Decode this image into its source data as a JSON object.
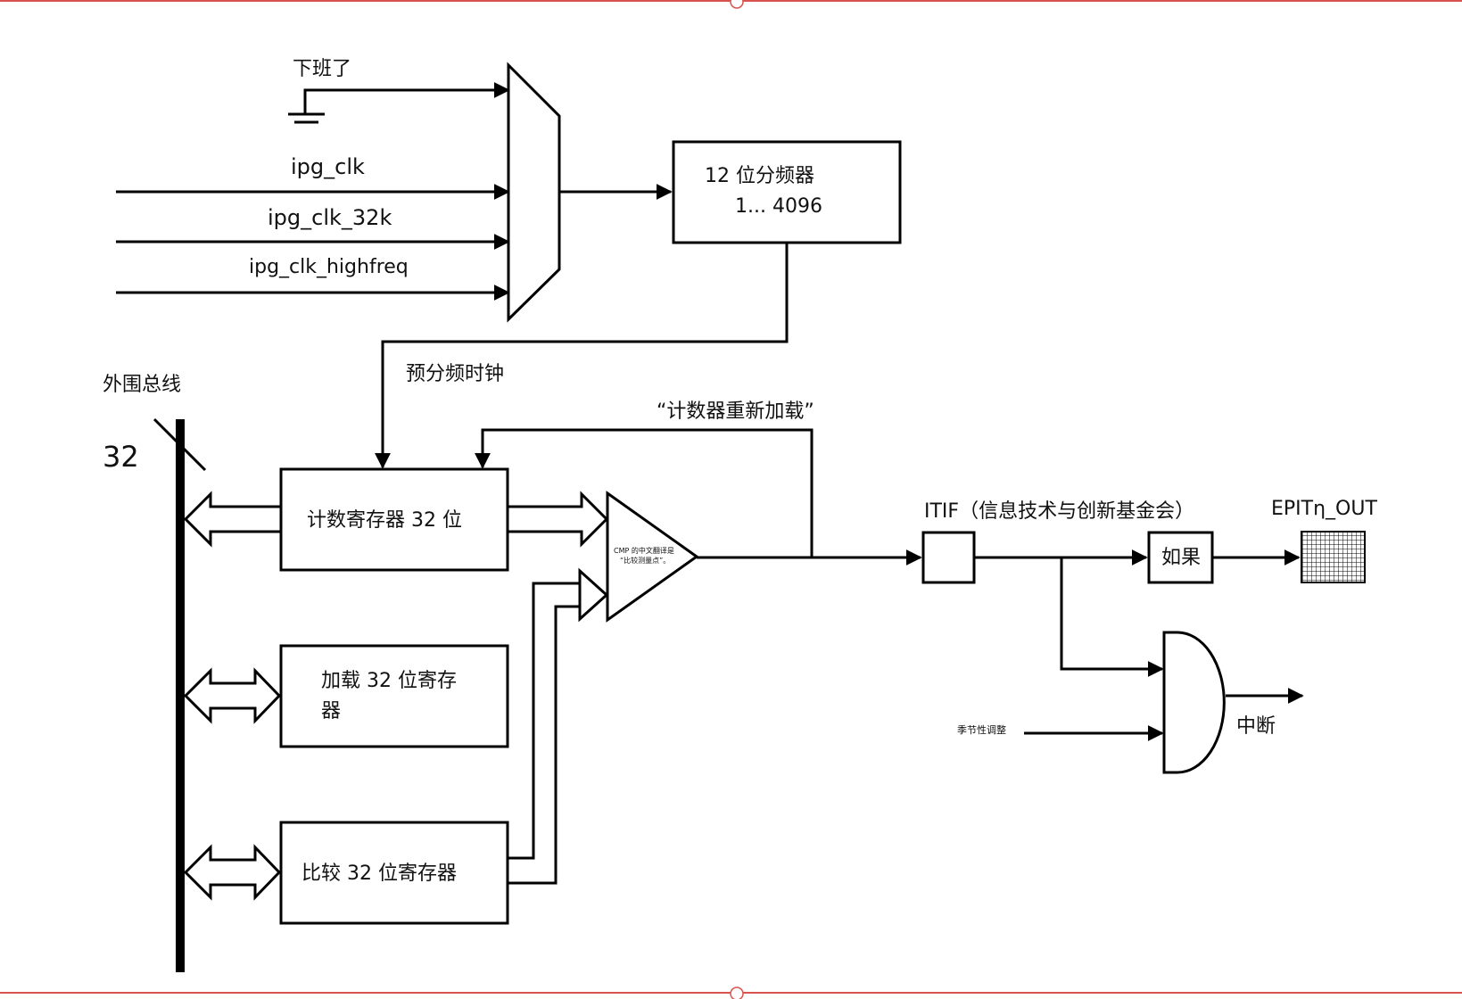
{
  "labels": {
    "ground_input": "下班了",
    "clk1": "ipg_clk",
    "clk2": "ipg_clk_32k",
    "clk3": "ipg_clk_highfreq",
    "prescaler_title": "12 位分频器",
    "prescaler_range": "1... 4096",
    "prescaled_clock": "预分频时钟",
    "peripheral_bus": "外围总线",
    "bus_width": "32",
    "counter_reload": "“计数器重新加载”",
    "counter_register": "计数寄存器 32 位",
    "load_register_l1": "加载 32 位寄存",
    "load_register_l2": "器",
    "compare_register": "比较 32 位寄存器",
    "cmp_note_l1": "CMP 的中文翻译是",
    "cmp_note_l2": "“比较测量点”。",
    "itif_label": "ITIF（信息技术与创新基金会）",
    "if_box": "如果",
    "epit_out": "EPITη_OUT",
    "seasonal_adjust": "季节性调整",
    "interrupt": "中断"
  },
  "colors": {
    "line": "#000000",
    "page_border": "#d9534f"
  }
}
